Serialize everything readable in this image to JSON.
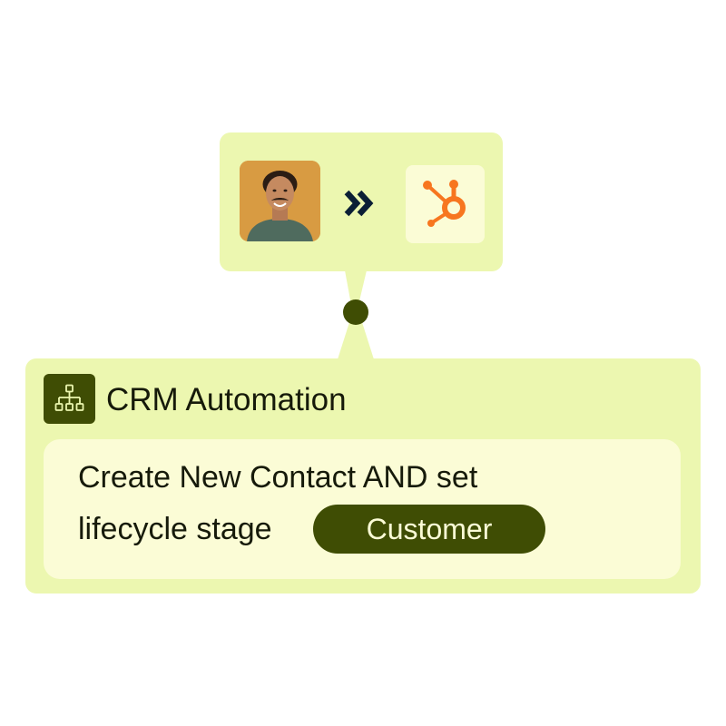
{
  "integration": {
    "avatar_icon": "person-avatar",
    "arrow_icon": "double-chevron-right-icon",
    "app_icon": "hubspot-icon"
  },
  "automation": {
    "title": "CRM Automation",
    "icon": "sitemap-icon",
    "action_line_1": "Create New Contact AND set",
    "action_line_2": "lifecycle stage",
    "stage_value": "Customer"
  },
  "colors": {
    "card_bg": "#ecf7b0",
    "inner_bg": "#fbfcd6",
    "accent_dark": "#3f4d04",
    "hubspot_orange": "#f7761f",
    "arrow_navy": "#0b1f35",
    "text": "#161a0a"
  }
}
